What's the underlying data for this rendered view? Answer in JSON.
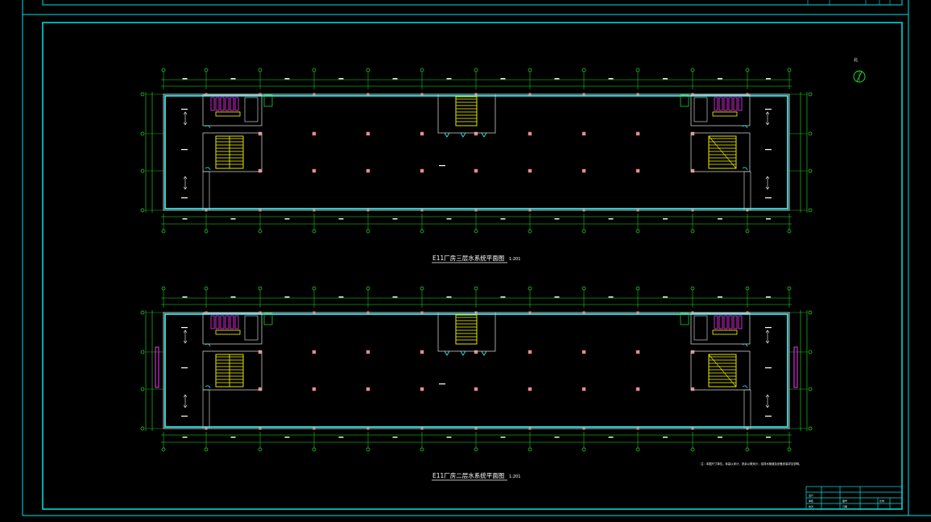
{
  "colors": {
    "frame": "#00e5e5",
    "building": "#33ffff",
    "dim": "#22e822",
    "wall": "#c8c8c8",
    "stairs": "#ffff00",
    "column": "#e88a8a",
    "toilet": "#ff33ff",
    "text": "#ffffff"
  },
  "icons": {
    "north_arrow": "north-arrow-icon"
  },
  "north_label": "北",
  "plans": [
    {
      "caption": "E11厂房三层水系统平面图",
      "scale": "1:201"
    },
    {
      "caption": "E11厂房二层水系统平面图",
      "scale": "1:201"
    }
  ],
  "notes": "注：本图尺寸单位，标高以米计，其余以毫米计；给排水管道及设备安装详见说明。",
  "title_block": [
    "设计",
    "审核",
    "校对",
    "图号",
    "日期",
    "比例"
  ]
}
